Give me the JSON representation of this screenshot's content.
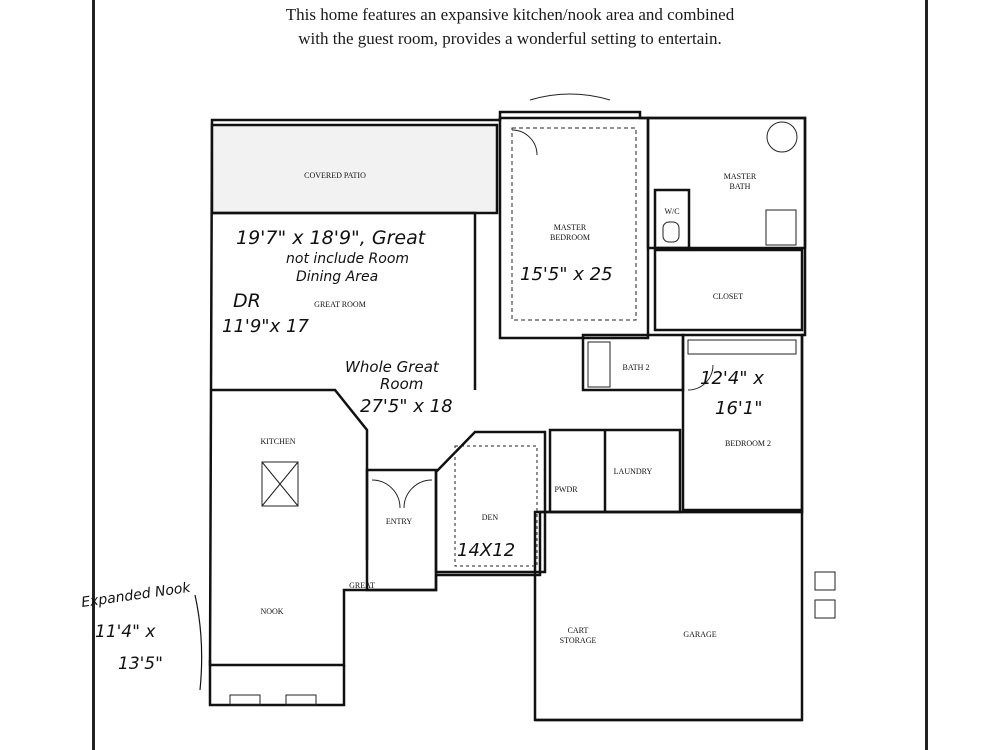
{
  "caption": {
    "line1": "This home features an expansive kitchen/nook area and combined",
    "line2": "with the guest room, provides a wonderful setting to entertain."
  },
  "rooms": {
    "covered_patio": "COVERED PATIO",
    "great_room": "GREAT ROOM",
    "master_bedroom_1": "MASTER",
    "master_bedroom_2": "BEDROOM",
    "master_bath_1": "MASTER",
    "master_bath_2": "BATH",
    "wic": "W/C",
    "closet": "CLOSET",
    "bath2": "BATH 2",
    "kitchen": "KITCHEN",
    "bedroom2": "BEDROOM 2",
    "laundry": "LAUNDRY",
    "pwdr": "PWDR",
    "den": "DEN",
    "entry": "ENTRY",
    "great": "GREAT",
    "nook": "NOOK",
    "cart_storage_1": "CART",
    "cart_storage_2": "STORAGE",
    "garage": "GARAGE"
  },
  "handwritten": {
    "great_dims": "19'7\" x 18'9\", Great",
    "great_note_1": "not include Room",
    "great_note_2": "Dining Area",
    "dr": "DR",
    "dr_dims": "11'9\"x 17",
    "whole_great_1": "Whole Great",
    "whole_great_2": "Room",
    "whole_great_dims": "27'5\" x 18",
    "master_dims": "15'5\" x 25",
    "bedroom2_dims_1": "12'4\" x",
    "bedroom2_dims_2": "16'1\"",
    "den_dims": "14X12",
    "nook_note_1": "Expanded Nook",
    "nook_note_2": "11'4\" x",
    "nook_note_3": "13'5\""
  },
  "colors": {
    "ink": "#111111",
    "paper": "#ffffff",
    "patio_fill": "#f2f2f2"
  }
}
